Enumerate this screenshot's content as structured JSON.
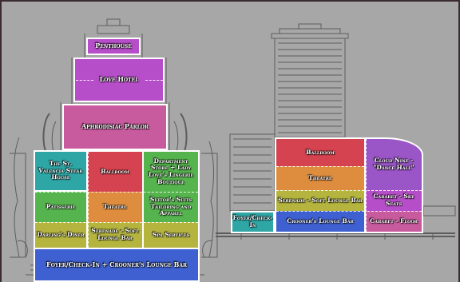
{
  "left_building": {
    "penthouse": "Penthouse",
    "love_hotel": "Love Hotel",
    "aphrodisiac_parlor": "Aphrodisiac Parlor",
    "steak_house": "The St. Valencia Steak House",
    "patisserie": "Patisserie",
    "darlings_diner": "Darling's Diner",
    "ballroom": "Ballroom",
    "theatre": "Theatre",
    "serenade": "Serenade - Soft Lounge Bar",
    "department_store": "Department Store + Lady Love's Lingerie Boutique",
    "suitors_suits": "Suitor's Suits Tailoring and Apparel",
    "spa_services": "Spa Services",
    "foyer": "Foyer/Check-In + Crooner's Lounge Bar"
  },
  "right_building": {
    "ballroom": "Ballroom",
    "theatre": "Theatre",
    "serenade": "Serenade - Soft Lounge Bar",
    "crooners": "Crooner's Lounge Bar",
    "foyer": "Foyer/Check-In",
    "cloud_nine": "Cloud Nine - \"Dance Hall\"",
    "cabaret_sky": "Cabaret - Sky Seats",
    "cabaret_floor": "Cabaret - Floor"
  },
  "colors": {
    "background": "#a7a7a7",
    "frame": "#3b2a32"
  }
}
